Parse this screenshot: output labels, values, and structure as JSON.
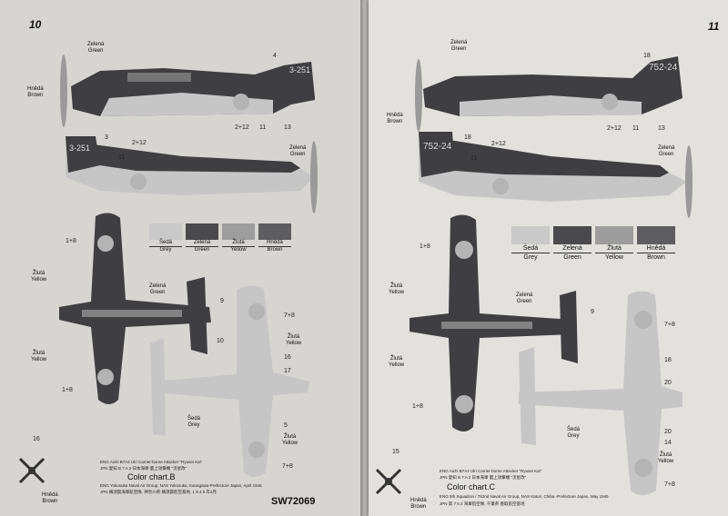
{
  "left_page": {
    "page_number": "10",
    "profile_top": {
      "labels": {
        "upper_color": "Zelená\nGreen",
        "lower_color": "Hnědá\nBrown"
      },
      "code": "3-251",
      "callouts": [
        "4",
        "2+12",
        "11",
        "13"
      ]
    },
    "profile_bottom": {
      "code": "3-251",
      "callouts": [
        "3",
        "2+12",
        "11"
      ],
      "labels": {
        "upper_color": "Zelená\nGreen"
      }
    },
    "swatches": [
      {
        "cz": "Šedá",
        "en": "Grey",
        "color": "#c9c9c9"
      },
      {
        "cz": "Zelená",
        "en": "Green",
        "color": "#4a4a4c"
      },
      {
        "cz": "Žlutá",
        "en": "Yellow",
        "color": "#9e9d9d"
      },
      {
        "cz": "Hnědá",
        "en": "Brown",
        "color": "#5e5e60"
      }
    ],
    "plan_labels": [
      "1+8",
      "Žlutá\nYellow",
      "Zelená\nGreen",
      "9",
      "7+8",
      "10",
      "Žlutá\nYellow",
      "Žlutá\nYellow",
      "1+8",
      "16",
      "17",
      "5",
      "Šedá\nGrey",
      "Žlutá\nYellow",
      "7+8",
      "16",
      "Hnědá\nBrown"
    ],
    "legend": {
      "eng": "ENG  Aichi B7A2 Ulri Carrier-borne Attacker \"Ryusei Kai\"",
      "jpn": "JPN  愛知 B 7 A 2 日本海軍 艦上攻撃機 \"流星改\"",
      "caption": "Color chart.B",
      "eng2": "ENG  Yokosuka Naval Air Group, NAS Yokosuka, Kanagawa-Prefecture Japan, April 1945",
      "jpn2": "JPN  横須賀海軍航空隊, 神奈川県 横須賀航空基地, 1 9 4 5 年4月"
    },
    "product_code": "SW72069"
  },
  "right_page": {
    "page_number": "11",
    "profile_top": {
      "labels": {
        "upper_color": "Zelená\nGreen",
        "lower_color": "Hnědá\nBrown"
      },
      "code": "752-24",
      "callouts": [
        "18",
        "2+12",
        "11",
        "13"
      ]
    },
    "profile_bottom": {
      "code": "752-24",
      "callouts": [
        "18",
        "2+12",
        "11"
      ],
      "labels": {
        "upper_color": "Zelená\nGreen"
      }
    },
    "swatches": [
      {
        "cz": "Šedá",
        "en": "Grey",
        "color": "#c9c9c9"
      },
      {
        "cz": "Zelená",
        "en": "Green",
        "color": "#4a4a4c"
      },
      {
        "cz": "Žlutá",
        "en": "Yellow",
        "color": "#9e9d9d"
      },
      {
        "cz": "Hnědá",
        "en": "Brown",
        "color": "#5e5e60"
      }
    ],
    "plan_labels": [
      "1+8",
      "Žlutá\nYellow",
      "Zelená\nGreen",
      "9",
      "7+8",
      "Žlutá\nYellow",
      "18",
      "20",
      "1+8",
      "14",
      "20",
      "Šedá\nGrey",
      "Žlutá\nYellow",
      "7+8",
      "Hnědá\nBrown",
      "15"
    ],
    "legend": {
      "eng": "ENG  Aichi B7A2 Ulri Carrier-borne Attacker \"Ryusei Kai\"",
      "jpn": "JPN  愛知 B 7 A 2 日本海軍 艦上攻撃機 \"流星改\"",
      "caption": "Color chart.C",
      "eng2": "ENG  5th Squadron / 752nd Naval Air Group, NAS Katori, Chiba -Prefecture Japan, May 1945",
      "jpn2": "JPN  第 7 5 2 海軍航空隊, 千葉県 香取航空基地"
    }
  },
  "colors": {
    "green": "#3f3f41",
    "grey": "#c6c6c6",
    "yellow": "#9b9a9a",
    "brown": "#58585a",
    "roundel": "#b4b4b4"
  }
}
